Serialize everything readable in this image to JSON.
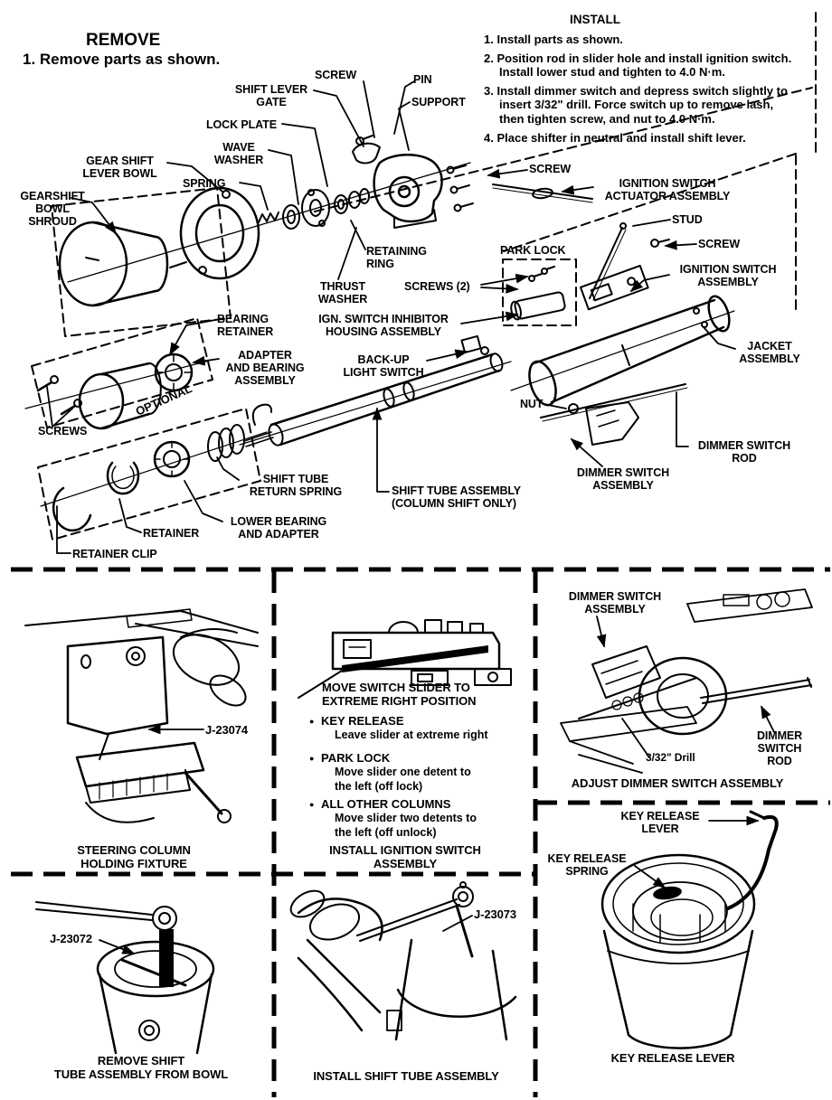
{
  "remove": {
    "title": "REMOVE",
    "step1": "1. Remove parts as shown."
  },
  "install": {
    "title": "INSTALL",
    "steps": [
      "1. Install parts as shown.",
      "2. Position rod in slider hole and install ignition switch.\nInstall lower stud and tighten to 4.0 N·m.",
      "3. Install dimmer switch and depress switch slightly to\ninsert 3/32\" drill. Force switch up to remove lash,\nthen tighten screw, and nut to 4.0 N·m.",
      "4. Place shifter in neutral and install shift lever."
    ]
  },
  "diagram": {
    "labels": {
      "screw_top": "SCREW",
      "pin": "PIN",
      "support": "SUPPORT",
      "shift_lever_gate": "SHIFT LEVER\nGATE",
      "lock_plate": "LOCK PLATE",
      "wave_washer": "WAVE\nWASHER",
      "gear_shift_lever_bowl": "GEAR SHIFT\nLEVER BOWL",
      "spring": "SPRING",
      "gearshift_bowl_shroud": "GEARSHIFT\nBOWL\nSHROUD",
      "screw_actuator": "SCREW",
      "ignition_switch_actuator": "IGNITION SWITCH\nACTUATOR ASSEMBLY",
      "stud": "STUD",
      "screw_ignition": "SCREW",
      "ignition_switch_assembly": "IGNITION SWITCH\nASSEMBLY",
      "park_lock": "PARK LOCK",
      "screws_2": "SCREWS (2)",
      "retaining_ring": "RETAINING\nRING",
      "thrust_washer": "THRUST\nWASHER",
      "ign_switch_inhibitor": "IGN. SWITCH INHIBITOR\nHOUSING ASSEMBLY",
      "back_up_light_switch": "BACK-UP\nLIGHT SWITCH",
      "bearing_retainer": "BEARING\nRETAINER",
      "adapter_and_bearing": "ADAPTER\nAND BEARING\nASSEMBLY",
      "optional": "OPTIONAL",
      "screws": "SCREWS",
      "jacket_assembly": "JACKET\nASSEMBLY",
      "nut": "NUT",
      "dimmer_switch_rod": "DIMMER SWITCH\nROD",
      "dimmer_switch_assembly": "DIMMER SWITCH\nASSEMBLY",
      "shift_tube_return_spring": "SHIFT TUBE\nRETURN SPRING",
      "shift_tube_assembly": "SHIFT TUBE ASSEMBLY\n(COLUMN SHIFT ONLY)",
      "lower_bearing_and_adapter": "LOWER BEARING\nAND ADAPTER",
      "retainer": "RETAINER",
      "retainer_clip": "RETAINER CLIP"
    }
  },
  "panels": {
    "holding_fixture": {
      "tool": "J-23074",
      "caption": "STEERING COLUMN\nHOLDING FIXTURE"
    },
    "install_ignition": {
      "marker": "●",
      "slider_note": "MOVE SWITCH SLIDER TO\nEXTREME RIGHT POSITION",
      "bullets": [
        {
          "title": "KEY RELEASE",
          "detail": "Leave slider at extreme right"
        },
        {
          "title": "PARK LOCK",
          "detail": "Move slider one detent to\nthe left  (off lock)"
        },
        {
          "title": "ALL OTHER COLUMNS",
          "detail": "Move slider two detents to\nthe left (off unlock)"
        }
      ],
      "caption": "INSTALL IGNITION SWITCH\nASSEMBLY"
    },
    "adjust_dimmer": {
      "label_assembly": "DIMMER SWITCH\nASSEMBLY",
      "label_drill": "3/32\" Drill",
      "label_rod": "DIMMER\nSWITCH\nROD",
      "caption": "ADJUST DIMMER SWITCH ASSEMBLY"
    },
    "remove_shift_tube": {
      "tool": "J-23072",
      "caption": "REMOVE SHIFT\nTUBE ASSEMBLY FROM BOWL"
    },
    "install_shift_tube": {
      "tool": "J-23073",
      "caption": "INSTALL SHIFT TUBE ASSEMBLY"
    },
    "key_release": {
      "label_lever": "KEY RELEASE\nLEVER",
      "label_spring": "KEY RELEASE\nSPRING",
      "caption": "KEY RELEASE LEVER"
    }
  },
  "colors": {
    "ink": "#000000",
    "paper": "#ffffff"
  }
}
